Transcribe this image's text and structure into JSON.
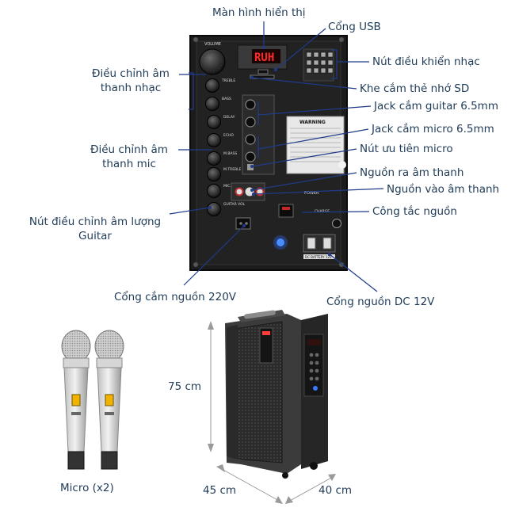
{
  "labels": {
    "display": "Màn hình hiển thị",
    "usb": "Cổng USB",
    "music_buttons": "Nút điều khiển nhạc",
    "sd_slot": "Khe cắm thẻ nhớ SD",
    "guitar_jack": "Jack cắm guitar 6.5mm",
    "mic_jack": "Jack cắm micro 6.5mm",
    "mic_priority": "Nút ưu tiên micro",
    "audio_out": "Nguồn ra âm thanh",
    "audio_in": "Nguồn vào âm thanh",
    "power_switch": "Công tắc nguồn",
    "music_adjust_1": "Điều chỉnh âm",
    "music_adjust_2": "thanh nhạc",
    "mic_adjust_1": "Điều chỉnh âm",
    "mic_adjust_2": "thanh mic",
    "guitar_volume_1": "Nút điều chỉnh âm lượng",
    "guitar_volume_2": "Guitar",
    "ac_power": "Cổng cắm nguồn 220V",
    "dc_power": "Cổng nguồn DC 12V",
    "microphones": "Micro (x2)",
    "height": "75 cm",
    "width": "45 cm",
    "depth": "40 cm"
  },
  "panel": {
    "display_text": "RUH",
    "volume_label": "VOLUME",
    "knob_labels": [
      "TREBLE",
      "BASS",
      "DELAY",
      "ECHO",
      "M.BASS",
      "M.TREBLE",
      "MIC.VOL",
      "GUITAR VOL"
    ],
    "warning_title": "WARNING",
    "power_label": "POWER",
    "charge_label": "CHARGE",
    "dc_label": "DC BATTERY 12V"
  },
  "colors": {
    "label_text": "#1f3b57",
    "leader_line": "#1f3b8a",
    "panel_bg": "#1c1c1c",
    "display_red": "#ff2a2a",
    "speaker_body": "#3a3a3a"
  }
}
